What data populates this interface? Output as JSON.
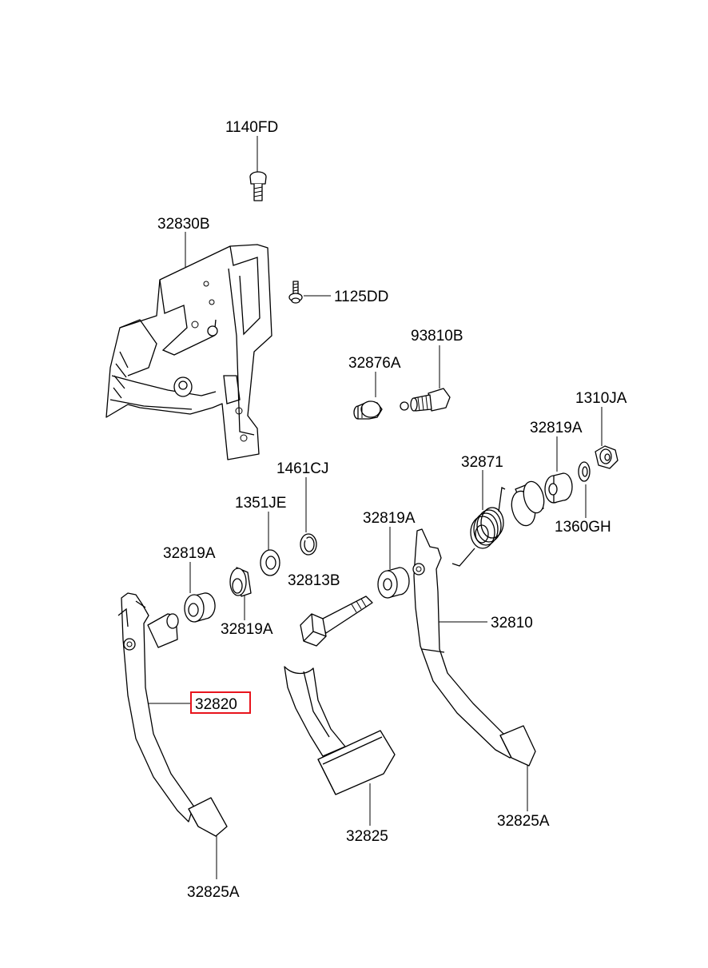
{
  "highlight_color": "#e8141c",
  "labels": {
    "l_1140FD": "1140FD",
    "l_32830B": "32830B",
    "l_1125DD": "1125DD",
    "l_93810B": "93810B",
    "l_32876A": "32876A",
    "l_1310JA": "1310JA",
    "l_32819A_top": "32819A",
    "l_32871": "32871",
    "l_1461CJ": "1461CJ",
    "l_1351JE": "1351JE",
    "l_32819A_mid": "32819A",
    "l_1360GH": "1360GH",
    "l_32819A_left": "32819A",
    "l_32813B": "32813B",
    "l_32819A_low": "32819A",
    "l_32810": "32810",
    "l_32820": "32820",
    "l_32825A_right": "32825A",
    "l_32825": "32825",
    "l_32825A_bottom": "32825A"
  }
}
